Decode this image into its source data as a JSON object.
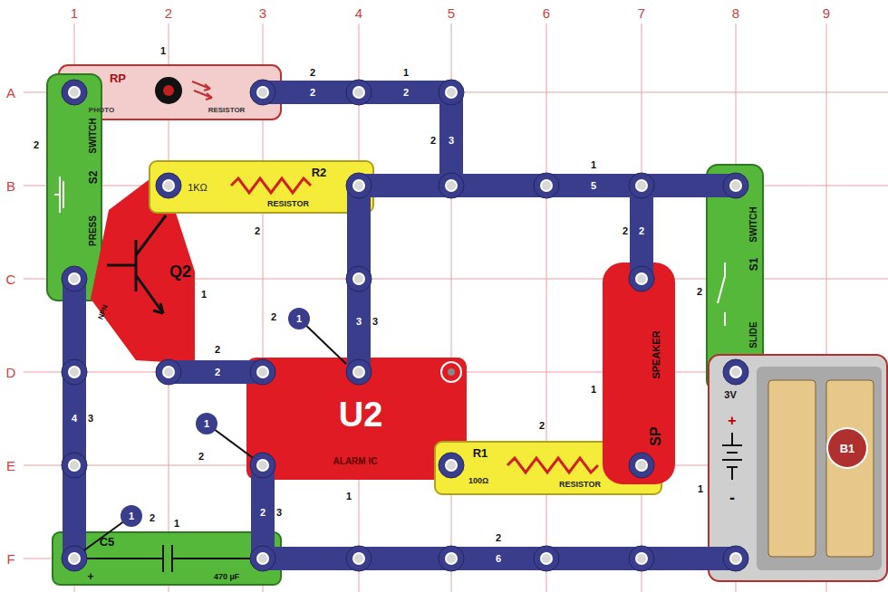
{
  "diagram": {
    "nodes": [
      {
        "text": [
          "RP",
          "PHOTO",
          "RESISTOR"
        ]
      },
      {
        "text": [
          "PRESS",
          "S2",
          "SWITCH"
        ]
      },
      {
        "text": [
          "Q2",
          "NPN"
        ]
      },
      {
        "text": [
          "1KΩ",
          "R2",
          "RESISTOR"
        ]
      },
      {
        "text": [
          "U2",
          "ALARM IC"
        ]
      },
      {
        "text": [
          "SP",
          "SPEAKER"
        ]
      },
      {
        "text": [
          "SLIDE",
          "S1",
          "SWITCH"
        ]
      },
      {
        "text": [
          "100Ω",
          "R1",
          "RESISTOR"
        ]
      },
      {
        "text": [
          "3V",
          "+",
          "-",
          "B1"
        ]
      },
      {
        "text": [
          "C5",
          "+",
          "470 µF"
        ]
      }
    ],
    "labels": [
      "1",
      "2",
      "3",
      "4",
      "5",
      "6",
      "7",
      "8",
      "9",
      "A",
      "B",
      "C",
      "D",
      "E",
      "F",
      "1",
      "2",
      "2",
      "1",
      "2",
      "2",
      "3",
      "2",
      "1",
      "5",
      "2",
      "2",
      "2",
      "1",
      "2",
      "2",
      "1",
      "3",
      "3",
      "2",
      "2",
      "1",
      "4",
      "3",
      "1",
      "2",
      "2",
      "1",
      "1",
      "2",
      "3",
      "1",
      "2",
      "1",
      "2",
      "6"
    ]
  }
}
